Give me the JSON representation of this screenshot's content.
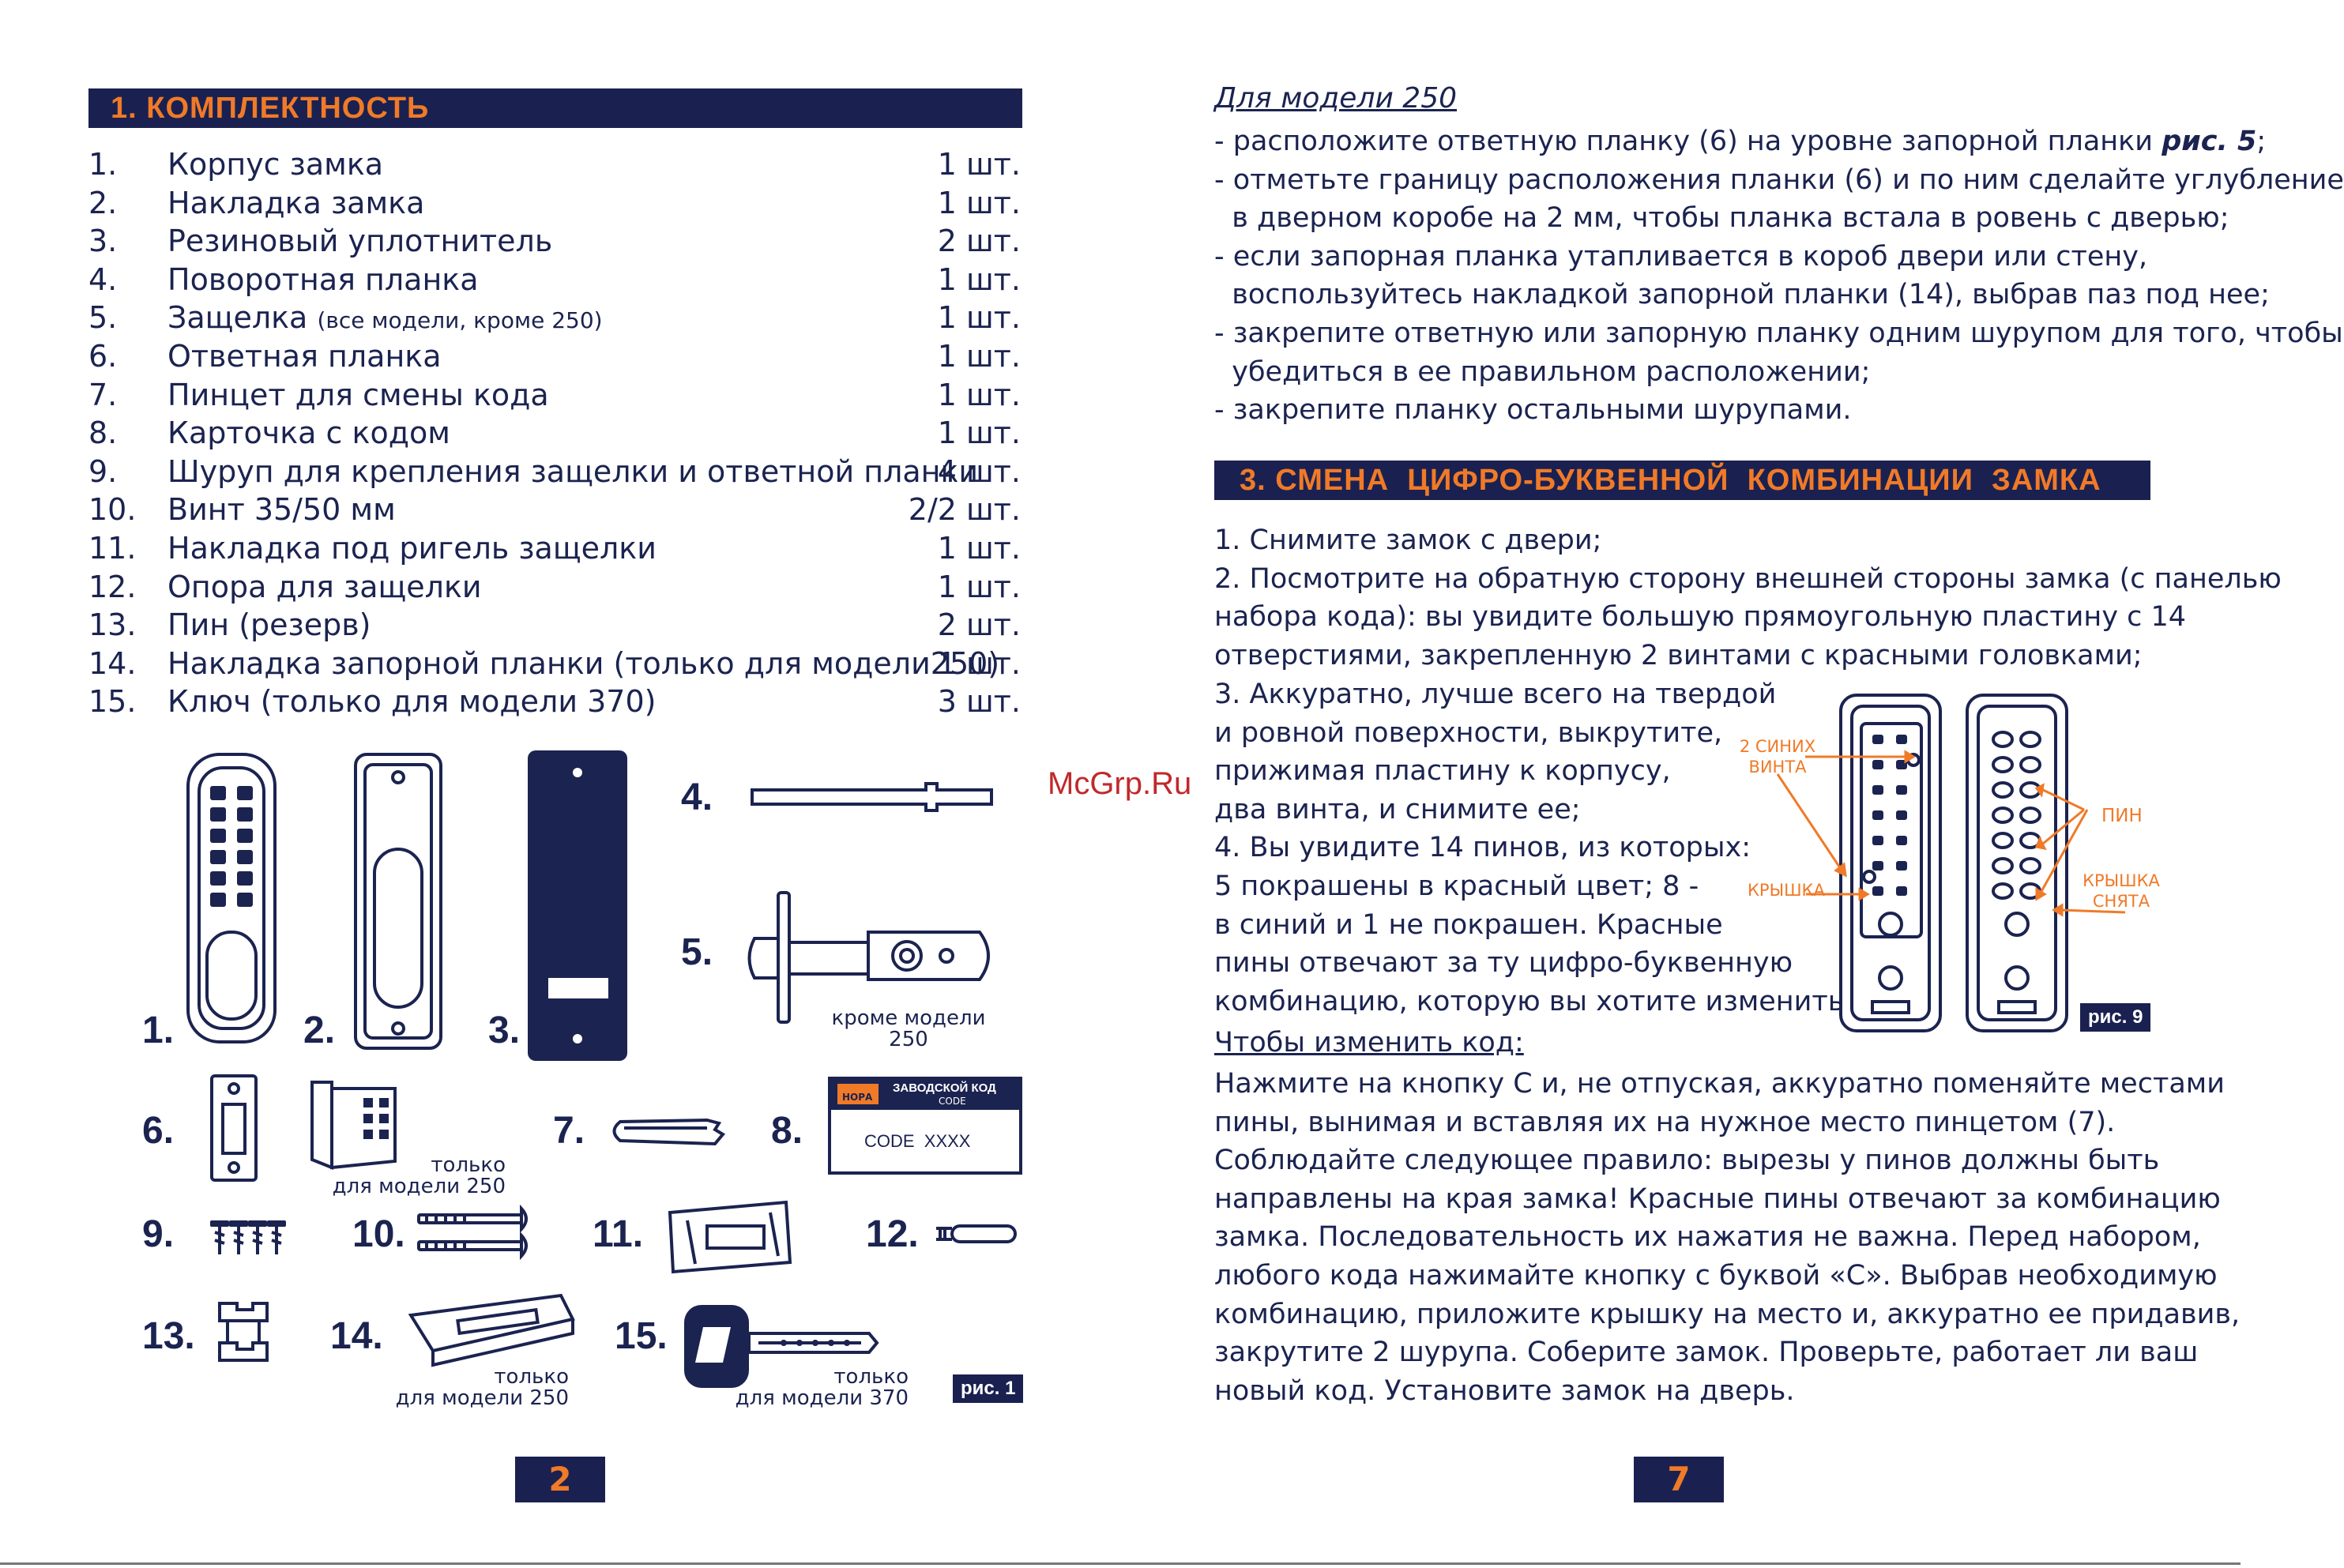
{
  "left_page": {
    "section_title": "1. КОМПЛЕКТНОСТЬ",
    "items": [
      {
        "num": "1.",
        "name": "Корпус замка",
        "note": "",
        "qty": "1 шт."
      },
      {
        "num": "2.",
        "name": "Накладка замка",
        "note": "",
        "qty": "1 шт."
      },
      {
        "num": "3.",
        "name": "Резиновый уплотнитель",
        "note": "",
        "qty": "2 шт."
      },
      {
        "num": "4.",
        "name": "Поворотная планка",
        "note": "",
        "qty": "1 шт."
      },
      {
        "num": "5.",
        "name": "Защелка",
        "note": "(все модели, кроме  250)",
        "qty": "1 шт."
      },
      {
        "num": "6.",
        "name": "Ответная планка",
        "note": "",
        "qty": "1 шт."
      },
      {
        "num": "7.",
        "name": "Пинцет для смены кода",
        "note": "",
        "qty": "1 шт."
      },
      {
        "num": "8.",
        "name": "Карточка с кодом",
        "note": "",
        "qty": "1 шт."
      },
      {
        "num": "9.",
        "name": "Шуруп для крепления защелки и ответной планки",
        "note": "",
        "qty": "4 шт."
      },
      {
        "num": "10.",
        "name": "Винт 35/50 мм",
        "note": "",
        "qty": "2/2 шт."
      },
      {
        "num": "11.",
        "name": "Накладка под ригель защелки",
        "note": "",
        "qty": "1 шт."
      },
      {
        "num": "12.",
        "name": "Опора для защелки",
        "note": "",
        "qty": "1 шт."
      },
      {
        "num": "13.",
        "name": "Пин (резерв)",
        "note": "",
        "qty": "2 шт."
      },
      {
        "num": "14.",
        "name": "Накладка запорной планки (только для модели250)",
        "note": "",
        "qty": "1 шт."
      },
      {
        "num": "15.",
        "name": "Ключ (только для модели 370)",
        "note": "",
        "qty": "3 шт."
      }
    ],
    "figure_numbers": [
      "1.",
      "2.",
      "3.",
      "4.",
      "5.",
      "6.",
      "7.",
      "8.",
      "9.",
      "10.",
      "11.",
      "12.",
      "13.",
      "14.",
      "15."
    ],
    "captions": {
      "except_250": "кроме модели 250",
      "only_250_a": "только\nдля модели 250",
      "only_250_b": "только\nдля модели 250",
      "only_370": "только\nдля модели 370"
    },
    "code_card": {
      "factory_code": "ЗАВОДСКОЙ КОД",
      "code_sub": "CODE",
      "code_value": "CODE  XXXX",
      "brand": "НОРА"
    },
    "figure_badge": "рис. 1",
    "page_number": "2"
  },
  "right_page": {
    "model_heading": "Для модели 250",
    "model_lines": [
      "- расположите ответную планку (6) на уровне запорной планки ",
      "- отметьте границу расположения планки (6) и по ним сделайте углубление",
      "  в дверном коробе на 2 мм, чтобы планка встала в ровень с дверью;",
      "- если запорная планка утапливается в короб двери или стену,",
      "  воспользуйтесь накладкой запорной планки (14), выбрав паз под нее;",
      "- закрепите ответную или запорную планку одним шурупом для того, чтобы",
      "  убедиться в ее правильном расположении;",
      "- закрепите планку остальными шурупами."
    ],
    "fig5_ref": "рис. 5",
    "section_title": "3. СМЕНА  ЦИФРО-БУКВЕННОЙ  КОМБИНАЦИИ  ЗАМКА",
    "full_lines": [
      "1. Снимите замок с двери;",
      "2. Посмотрите на обратную сторону внешней стороны замка (с панелью",
      "набора кода): вы увидите большую прямоугольную пластину с 14",
      "отверстиями, закрепленную 2 винтами с красными головками;"
    ],
    "narrow_lines": [
      "3. Аккуратно, лучше всего на твердой",
      "и ровной поверхности, выкрутите,",
      "прижимая пластину к корпусу,",
      "два винта, и снимите ее;",
      "4. Вы увидите 14 пинов, из которых:",
      "5 покрашены в красный цвет; 8 -",
      "в синий и 1 не покрашен. Красные",
      "пины отвечают за ту цифро-буквенную",
      "комбинацию, которую вы хотите изменить."
    ],
    "change_heading": "Чтобы изменить код:",
    "change_lines": [
      "Нажмите на кнопку С и, не отпуская, аккуратно поменяйте местами",
      "пины, вынимая и вставляя их на нужное место пинцетом (7).",
      "Соблюдайте следующее правило: вырезы у пинов должны быть",
      "направлены на края замка! Красные пины отвечают за комбинацию",
      "замка. Последовательность их нажатия не важна. Перед набором,",
      "любого кода нажимайте кнопку с буквой «С». Выбрав необходимую",
      "комбинацию, приложите крышку на место и, аккуратно ее придавив,",
      "закрутите 2 шурупа. Соберите замок. Проверьте, работает ли ваш",
      "новый код. Установите замок на дверь."
    ],
    "fig9_labels": {
      "screws": "2 СИНИХ\nВИНТА",
      "cover": "КРЫШКА",
      "pin": "ПИН",
      "cover_removed": "КРЫШКА\nСНЯТА"
    },
    "figure_badge": "рис. 9",
    "page_number": "7"
  },
  "watermark": "McGrp.Ru",
  "colors": {
    "navy": "#1a2150",
    "orange": "#f07a28",
    "text": "#1b2350",
    "watermark": "#c0292b"
  }
}
